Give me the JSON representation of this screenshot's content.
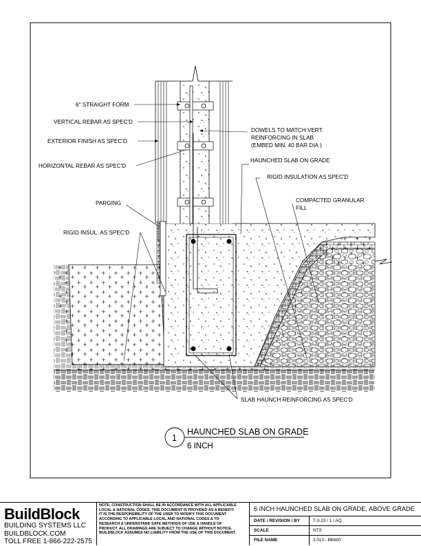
{
  "labels": {
    "straight_form": "6\" STRAIGHT FORM",
    "vertical_rebar": "VERTICAL REBAR AS SPEC'D",
    "exterior_finish": "EXTERIOR FINISH AS SPEC'D",
    "horizontal_rebar": "HORIZONTAL REBAR AS SPEC'D",
    "parging": "PARGING",
    "rigid_insul": "RIGID INSUL. AS SPEC'D",
    "dowels_1": "DOWELS TO MATCH VERT.",
    "dowels_2": "REINFORCING IN SLAB",
    "dowels_3": "(EMBED MIN. 40 BAR DIA.)",
    "haunched_slab": "HAUNCHED SLAB ON GRADE",
    "rigid_insulation": "RIGID INSULATION AS SPEC'D",
    "granular_1": "COMPACTED GRANULAR",
    "granular_2": "FILL",
    "haunch_reinf": "SLAB HAUNCH REINFORCING AS SPEC'D"
  },
  "detail": {
    "number": "1",
    "title": "HAUNCHED SLAB ON GRADE",
    "subtitle": "6 INCH"
  },
  "title_block": {
    "brand": "BuildBlock",
    "company": "BUILDING SYSTEMS LLC",
    "website": "BUILDBLOCK.COM",
    "phone": "TOLL FREE 1-866-222-2575",
    "note_lines": [
      "NOTE: CONSTRUCTION SHALL BE IN ACCORDANCE WITH ALL APPLICABLE",
      "LOCAL & NATIONAL CODES. THIS DOCUMENT IS PROVIDED AS A BENEFIT.",
      "IT IS THE RESPONSIBILITY OF THE USER TO MODIFY THIS DOCUMENT",
      "ACCORDING TO APPLICABLE LOCAL AND NATIONAL CODES & TO",
      "RESEARCH & UNDERSTAND SAFE METHODS OF USE & HANDLE OF",
      "PRODUCT. ALL DRAWINGS ARE SUBJECT TO CHANGE WITHOUT NOTICE.",
      "BUILDBLOCK ASSUMES NO LIABILITY FROM THE USE OF THIS DOCUMENT."
    ],
    "project_title": "6 INCH HAUNCHED SLAB ON GRADE, ABOVE GRADE",
    "date_label": "DATE / REVISION / BY",
    "date_value": "7-3-23 / 1 / AQ",
    "scale_label": "SCALE",
    "scale_value": "NTS",
    "file_label": "FILE NAME",
    "file_value": "3.013 - BB600"
  }
}
